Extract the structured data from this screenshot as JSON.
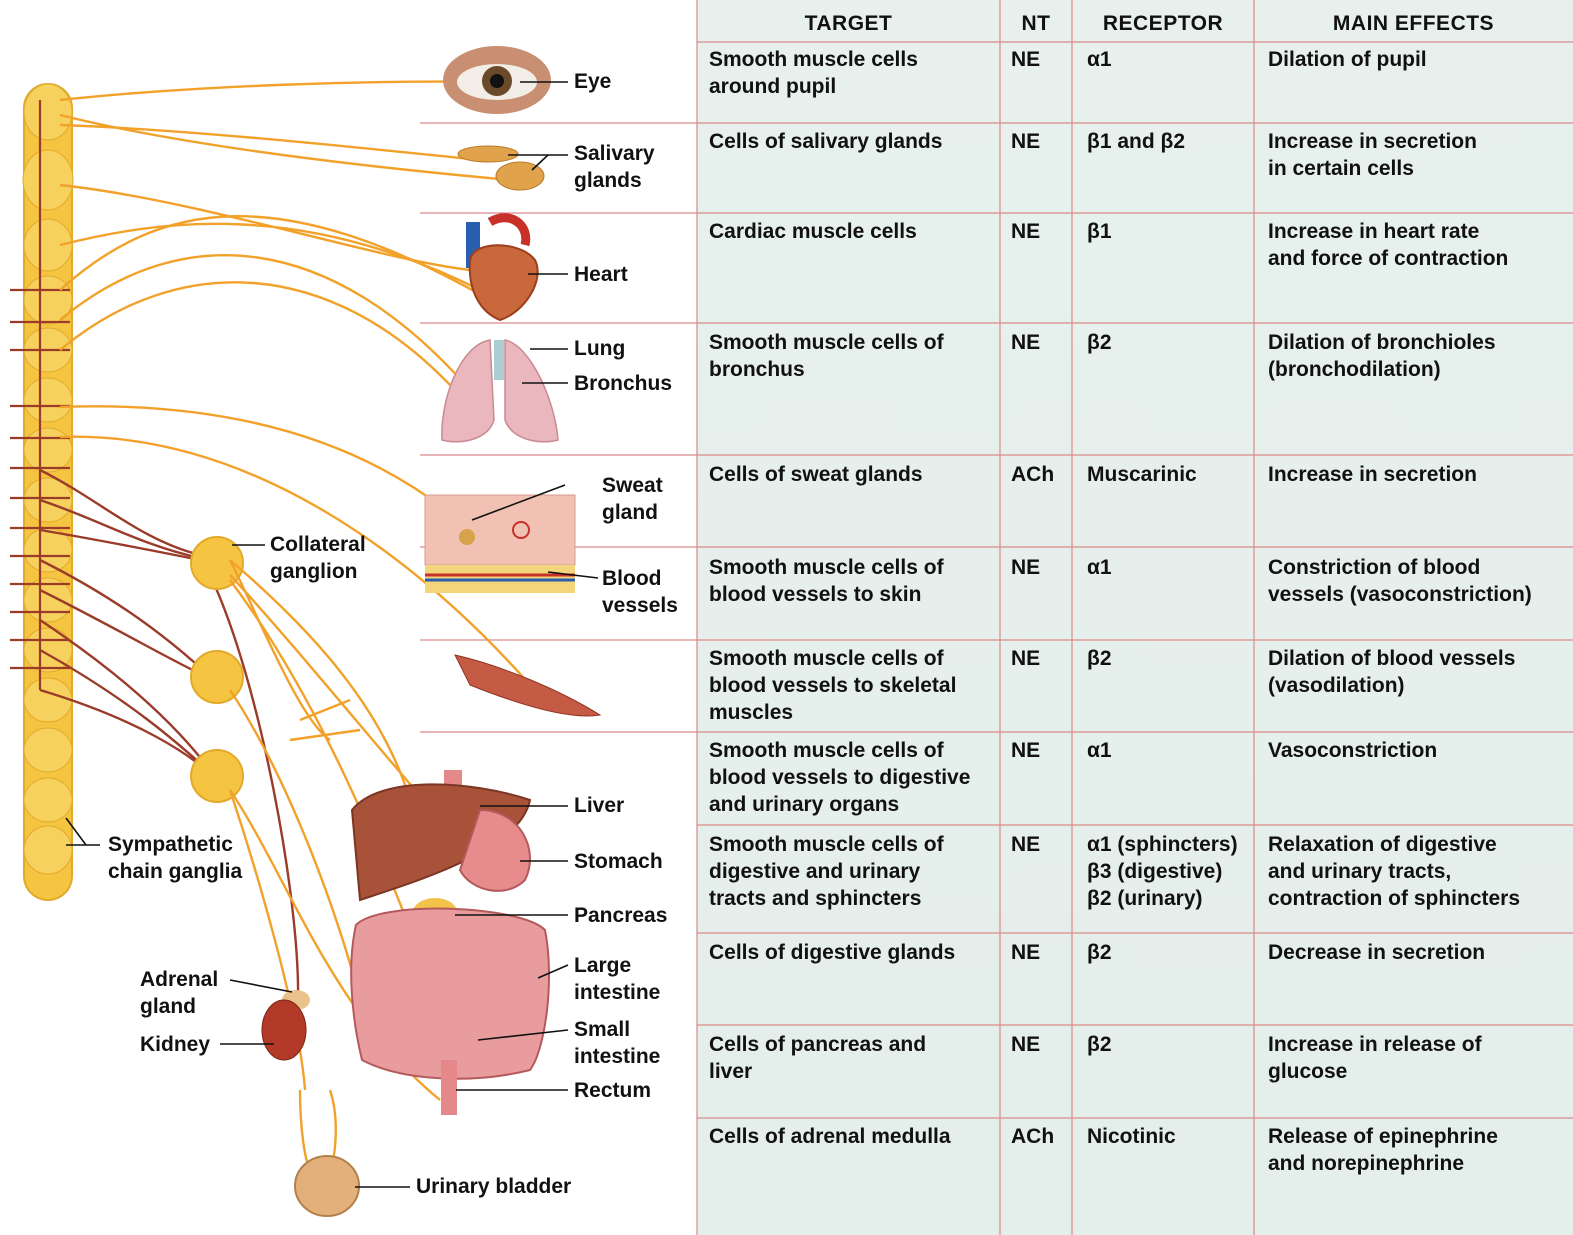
{
  "table": {
    "headers": [
      "TARGET",
      "NT",
      "RECEPTOR",
      "MAIN EFFECTS"
    ],
    "rows": [
      {
        "target": "Smooth muscle cells\naround pupil",
        "nt": "NE",
        "receptor": "α1",
        "effect": "Dilation of pupil"
      },
      {
        "target": "Cells of salivary glands",
        "nt": "NE",
        "receptor": "β1 and β2",
        "effect": "Increase in secretion\nin certain cells"
      },
      {
        "target": "Cardiac muscle cells",
        "nt": "NE",
        "receptor": "β1",
        "effect": "Increase in heart rate\nand force of contraction"
      },
      {
        "target": "Smooth muscle cells of\nbronchus",
        "nt": "NE",
        "receptor": "β2",
        "effect": "Dilation of bronchioles\n(bronchodilation)"
      },
      {
        "target": "Cells of sweat glands",
        "nt": "ACh",
        "receptor": "Muscarinic",
        "effect": "Increase in secretion"
      },
      {
        "target": "Smooth muscle cells of\nblood vessels to skin",
        "nt": "NE",
        "receptor": "α1",
        "effect": "Constriction of blood\nvessels (vasoconstriction)"
      },
      {
        "target": "Smooth muscle cells of\nblood vessels to skeletal\nmuscles",
        "nt": "NE",
        "receptor": "β2",
        "effect": "Dilation of blood vessels\n(vasodilation)"
      },
      {
        "target": "Smooth muscle cells of\nblood vessels to digestive\nand urinary organs",
        "nt": "NE",
        "receptor": "α1",
        "effect": "Vasoconstriction"
      },
      {
        "target": "Smooth muscle cells of\ndigestive and urinary\ntracts and sphincters",
        "nt": "NE",
        "receptor": "α1 (sphincters)\nβ3 (digestive)\nβ2 (urinary)",
        "effect": "Relaxation of digestive\nand urinary tracts,\ncontraction of sphincters"
      },
      {
        "target": "Cells of digestive glands",
        "nt": "NE",
        "receptor": "β2",
        "effect": "Decrease in secretion"
      },
      {
        "target": "Cells of pancreas and\nliver",
        "nt": "NE",
        "receptor": "β2",
        "effect": "Increase in release of\nglucose"
      },
      {
        "target": "Cells of adrenal medulla",
        "nt": "ACh",
        "receptor": "Nicotinic",
        "effect": "Release of epinephrine\nand norepinephrine"
      }
    ]
  },
  "labels": {
    "eye": "Eye",
    "salivary": "Salivary\nglands",
    "heart": "Heart",
    "lung": "Lung",
    "bronchus": "Bronchus",
    "sweat": "Sweat\ngland",
    "blood": "Blood\nvessels",
    "collateral": "Collateral\nganglion",
    "liver": "Liver",
    "stomach": "Stomach",
    "pancreas": "Pancreas",
    "large": "Large\nintestine",
    "small": "Small\nintestine",
    "rectum": "Rectum",
    "sympathetic": "Sympathetic\nchain ganglia",
    "adrenal": "Adrenal\ngland",
    "kidney": "Kidney",
    "bladder": "Urinary bladder"
  },
  "colors": {
    "nerve_post": "#f2a12a",
    "nerve_pre": "#9b3b2a",
    "ganglion": "#f5c542",
    "table_bg": "#e6efeb",
    "grid_line": "#d98a8a"
  }
}
